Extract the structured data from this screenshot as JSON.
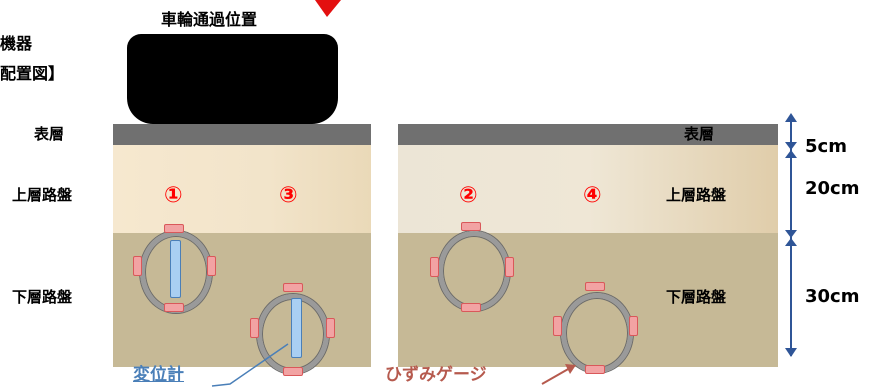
{
  "header": {
    "title_line1": "機器",
    "title_line2": "配置図】",
    "wheel_position": "車輪通過位置"
  },
  "layers": {
    "surface": "表層",
    "upper_base": "上層路盤",
    "lower_base": "下層路盤"
  },
  "dimensions": [
    "5cm",
    "20cm",
    "30cm"
  ],
  "sensor_numbers": [
    "①",
    "③",
    "②",
    "④"
  ],
  "callouts": {
    "displacement_meter": "変位計",
    "strain_gauge": "ひずみゲージ"
  },
  "colors": {
    "surface": "#707070",
    "upper_base": "#f3e6cd",
    "lower_base": "#c6b996",
    "number_red": "#ff0000",
    "callout_blue": "#4a7fb8",
    "callout_red": "#b65a4e",
    "dimension_arrow": "#2f5597"
  }
}
